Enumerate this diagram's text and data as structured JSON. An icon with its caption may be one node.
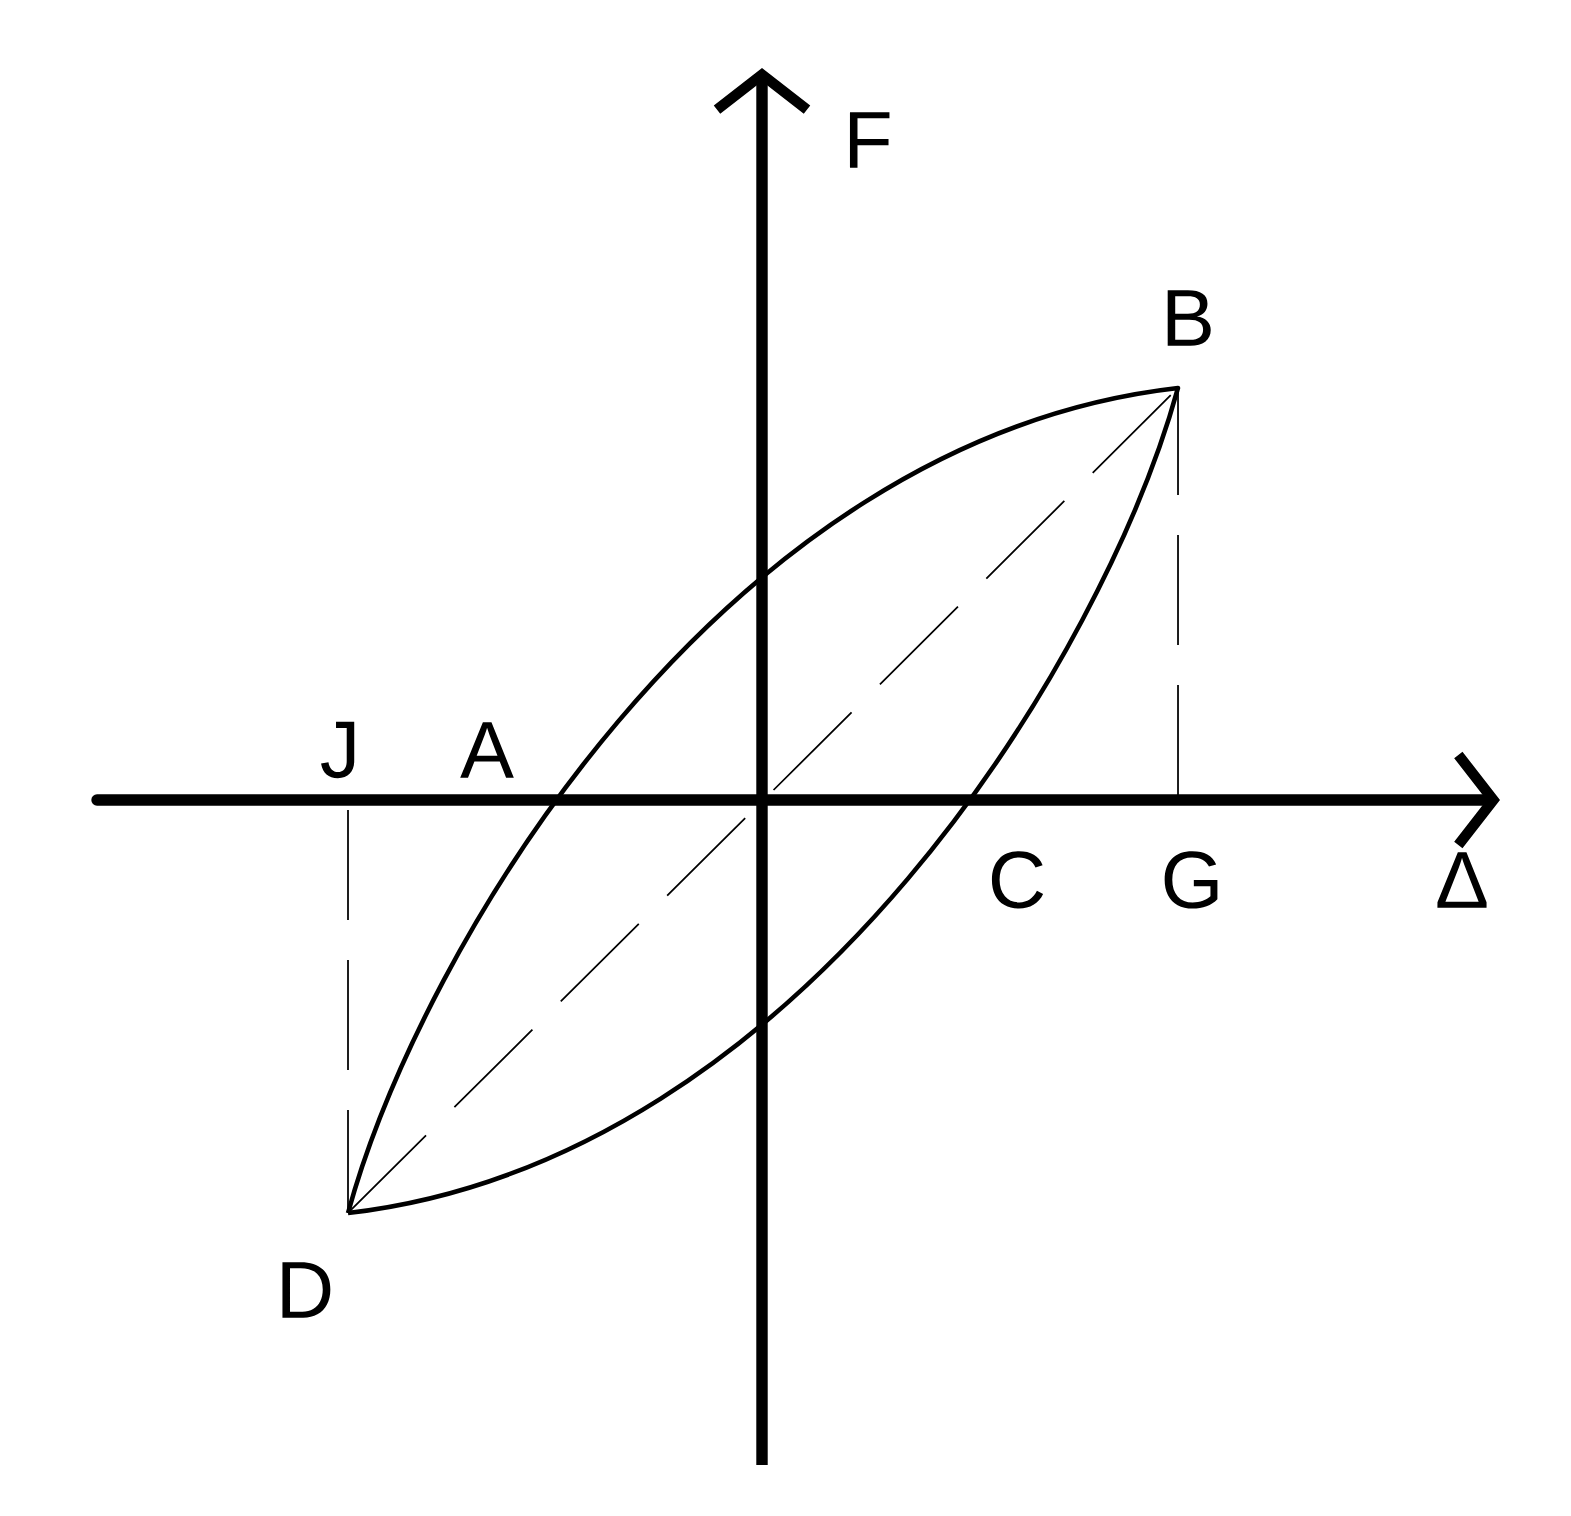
{
  "diagram": {
    "labels": [
      "F",
      "B",
      "J",
      "A",
      "C",
      "G",
      "Δ",
      "D"
    ]
  }
}
